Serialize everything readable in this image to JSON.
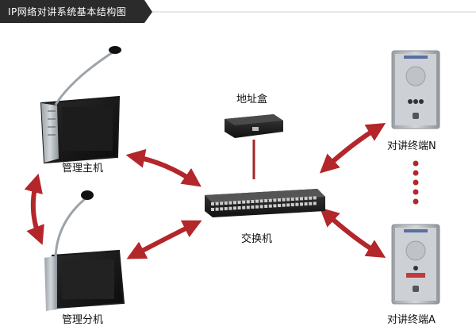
{
  "header": {
    "title": "IP网络对讲系统基本结构图"
  },
  "labels": {
    "master": "管理主机",
    "sub": "管理分机",
    "address_box": "地址盒",
    "switch": "交换机",
    "terminal_n": "对讲终端N",
    "terminal_a": "对讲终端A"
  },
  "colors": {
    "arrow": "#b3262a",
    "header_bg": "#2b2b2b",
    "header_text": "#ffffff",
    "link_line": "#a8242a"
  },
  "icons": [
    "master-console-icon",
    "sub-console-icon",
    "address-box-icon",
    "network-switch-icon",
    "intercom-terminal-icon"
  ]
}
